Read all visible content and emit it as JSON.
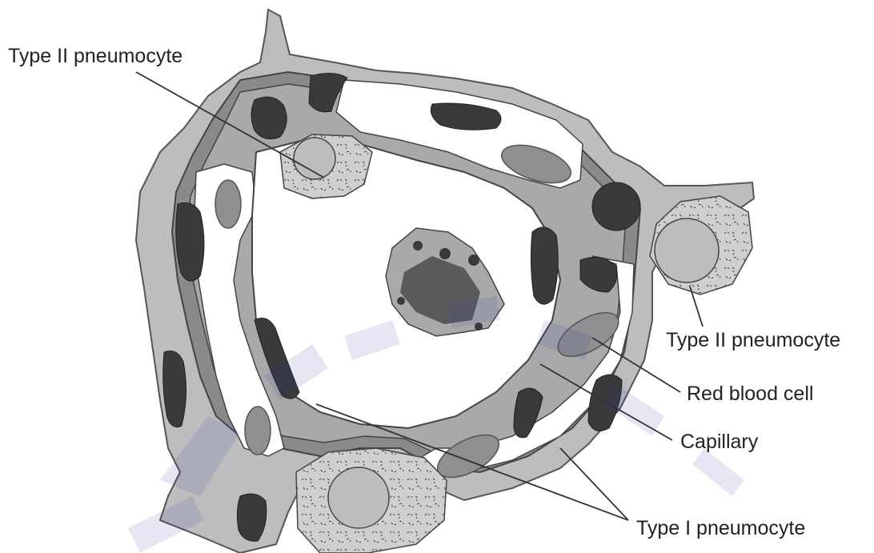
{
  "labels": {
    "type2_top": "Type II pneumocyte",
    "type2_right": "Type II pneumocyte",
    "rbc": "Red blood cell",
    "capillary": "Capillary",
    "type1": "Type I pneumocyte"
  },
  "colors": {
    "outer_tissue": "#bdbdbf",
    "membrane": "#7a7a7c",
    "inner_tissue": "#a9a9ab",
    "lumen": "#ffffff",
    "nucleus": "#3a3a3c",
    "rbc": "#8f8f91",
    "type2_cell": "#cfcfd1",
    "watermark": "#2f3a9a"
  }
}
